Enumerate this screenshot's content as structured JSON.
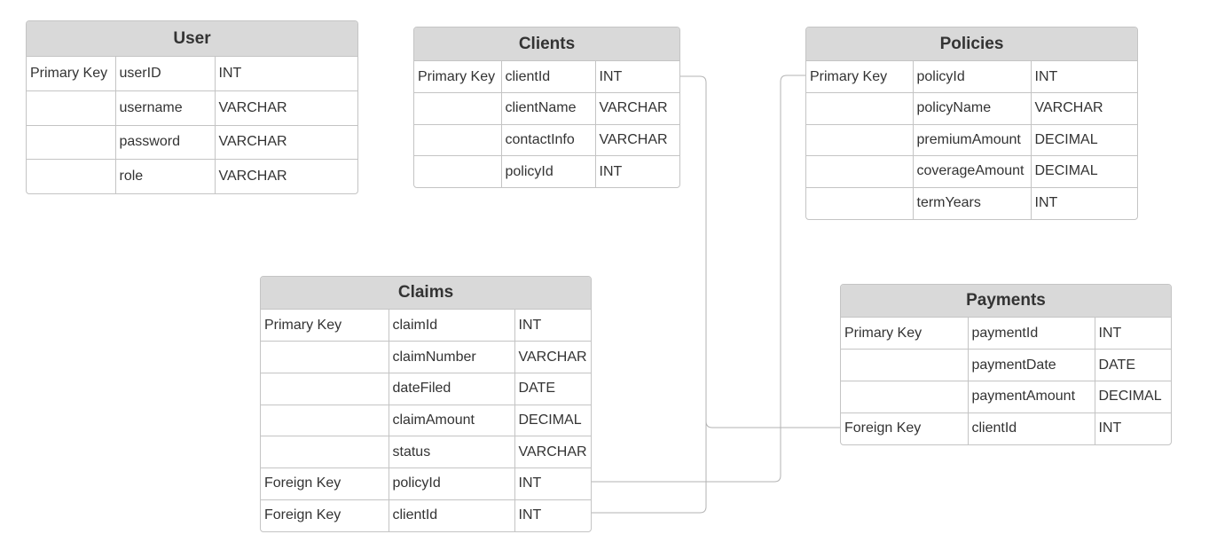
{
  "diagram": {
    "entities": {
      "user": {
        "title": "User",
        "rows": [
          {
            "key": "Primary Key",
            "field": "userID",
            "type": "INT"
          },
          {
            "key": "",
            "field": "username",
            "type": "VARCHAR"
          },
          {
            "key": "",
            "field": "password",
            "type": "VARCHAR"
          },
          {
            "key": "",
            "field": "role",
            "type": "VARCHAR"
          }
        ]
      },
      "clients": {
        "title": "Clients",
        "rows": [
          {
            "key": "Primary Key",
            "field": "clientId",
            "type": "INT"
          },
          {
            "key": "",
            "field": "clientName",
            "type": "VARCHAR"
          },
          {
            "key": "",
            "field": "contactInfo",
            "type": "VARCHAR"
          },
          {
            "key": "",
            "field": "policyId",
            "type": "INT"
          }
        ]
      },
      "policies": {
        "title": "Policies",
        "rows": [
          {
            "key": "Primary Key",
            "field": "policyId",
            "type": "INT"
          },
          {
            "key": "",
            "field": "policyName",
            "type": "VARCHAR"
          },
          {
            "key": "",
            "field": "premiumAmount",
            "type": "DECIMAL"
          },
          {
            "key": "",
            "field": "coverageAmount",
            "type": "DECIMAL"
          },
          {
            "key": "",
            "field": "termYears",
            "type": "INT"
          }
        ]
      },
      "claims": {
        "title": "Claims",
        "rows": [
          {
            "key": "Primary Key",
            "field": "claimId",
            "type": "INT"
          },
          {
            "key": "",
            "field": "claimNumber",
            "type": "VARCHAR"
          },
          {
            "key": "",
            "field": "dateFiled",
            "type": "DATE"
          },
          {
            "key": "",
            "field": "claimAmount",
            "type": "DECIMAL"
          },
          {
            "key": "",
            "field": "status",
            "type": "VARCHAR"
          },
          {
            "key": "Foreign Key",
            "field": "policyId",
            "type": "INT"
          },
          {
            "key": "Foreign Key",
            "field": "clientId",
            "type": "INT"
          }
        ]
      },
      "payments": {
        "title": "Payments",
        "rows": [
          {
            "key": "Primary Key",
            "field": "paymentId",
            "type": "INT"
          },
          {
            "key": "",
            "field": "paymentDate",
            "type": "DATE"
          },
          {
            "key": "",
            "field": "paymentAmount",
            "type": "DECIMAL"
          },
          {
            "key": "Foreign Key",
            "field": "clientId",
            "type": "INT"
          }
        ]
      }
    },
    "relationships": [
      {
        "from": "claims.policyId",
        "to": "policies.policyId"
      },
      {
        "from": "claims.clientId",
        "to": "clients.clientId"
      },
      {
        "from": "payments.clientId",
        "to": "clients.clientId"
      }
    ],
    "colors": {
      "header_bg": "#d9d9d9",
      "border": "#c4c4c4",
      "text": "#333333",
      "connector": "#b3b3b3"
    }
  }
}
